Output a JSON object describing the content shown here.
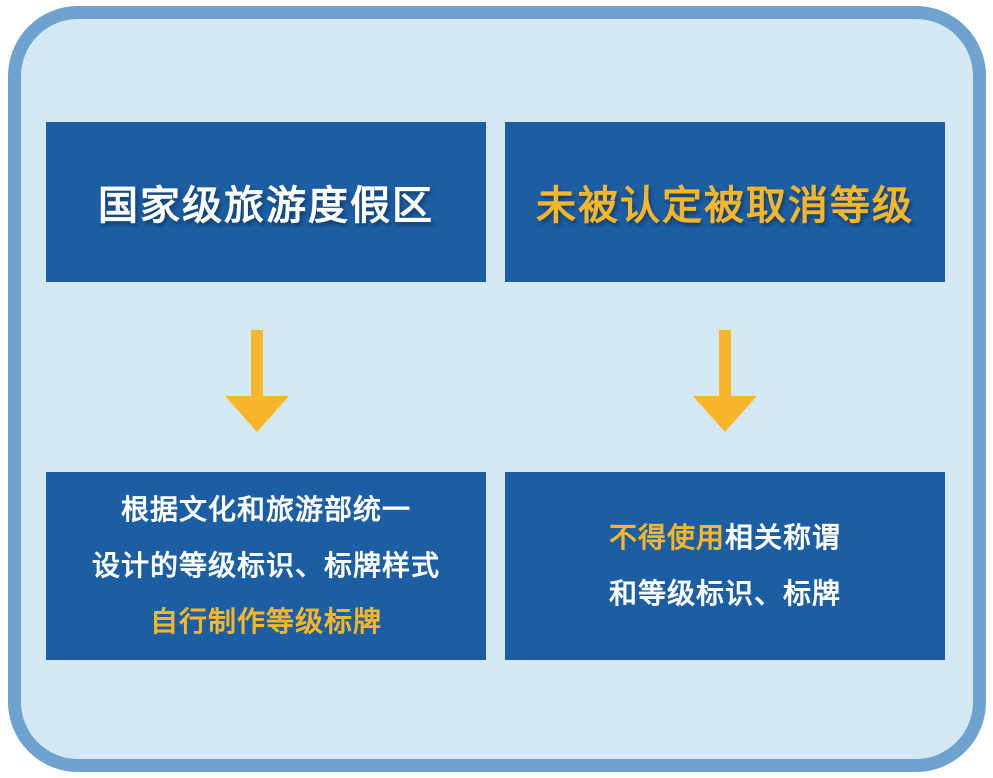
{
  "left": {
    "title": "国家级旅游度假区",
    "body": {
      "line1": "根据文化和旅游部统一",
      "line2": "设计的等级标识、标牌样式",
      "line3": "自行制作等级标牌"
    }
  },
  "right": {
    "title": "未被认定被取消等级",
    "body": {
      "line1_highlight": "不得使用",
      "line1_rest": "相关称谓",
      "line2": "和等级标识、标牌"
    }
  },
  "colors": {
    "frame_border": "#6ea2cf",
    "frame_fill": "#d3e9f5",
    "box_fill": "#1b5ea4",
    "highlight": "#f8b62b",
    "arrow": "#f8b62b"
  }
}
